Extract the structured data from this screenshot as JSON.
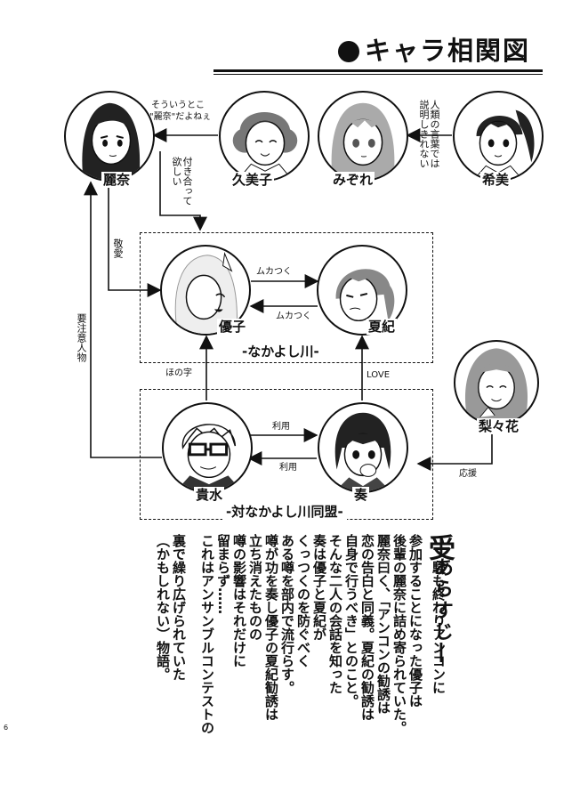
{
  "title": "キャラ相関図",
  "characters": {
    "reina": "麗奈",
    "kumiko": "久美子",
    "mizore": "みぞれ",
    "nozomi": "希美",
    "yuko": "優子",
    "natsuki": "夏紀",
    "ririka": "梨々花",
    "takami": "貴水",
    "kanade": "奏"
  },
  "relations": {
    "kumiko_to_reina": "そういうとこ\n\"麗奈\"だよねぇ",
    "kumiko_to_reina_line1": "そういうとこ",
    "kumiko_to_reina_line2": "\"麗奈\"だよねぇ",
    "nozomi_to_mizore_line1": "人類の言葉では",
    "nozomi_to_mizore_line2": "説明しきれない",
    "reina_to_yuko_request": "付き合って欲しい",
    "reina_to_yuko_col1": "付き合って",
    "reina_to_yuko_col2": "欲しい",
    "reina_respect": "敬愛",
    "yuko_to_natsuki": "ムカつく",
    "natsuki_to_yuko": "ムカつく",
    "takami_to_reina": "要注意人物",
    "takami_to_yuko": "ほの字",
    "kanade_to_natsuki": "LOVE",
    "takami_to_kanade": "利用",
    "kanade_to_takami": "利用",
    "ririka_to_kanade": "応援"
  },
  "groups": {
    "top": "-なかよし川-",
    "bottom": "-対なかよし川同盟-"
  },
  "synopsis": {
    "heading": "―あらすじ―",
    "big_char": "受",
    "lines": [
      "験も終わりアンコンに",
      "参加することになった優子は",
      "後輩の麗奈に詰め寄られていた。",
      "麗奈曰く、「アンコンの勧誘は",
      "恋の告白と同義。夏紀の勧誘は",
      "自身で行うべき」とのこと。",
      "そんな二人の会話を知った",
      "奏は優子と夏紀が",
      "くっつくのを防ぐべく",
      "ある噂を部内で流行らす。",
      "噂が功を奏し優子の夏紀勧誘は",
      "立ち消えたものの",
      "噂の影響はそれだけに",
      "留まらず……",
      "これはアンサンブルコンテストの",
      "裏で繰り広げられていた",
      "（かもしれない）物語。"
    ]
  },
  "page_number": "6"
}
